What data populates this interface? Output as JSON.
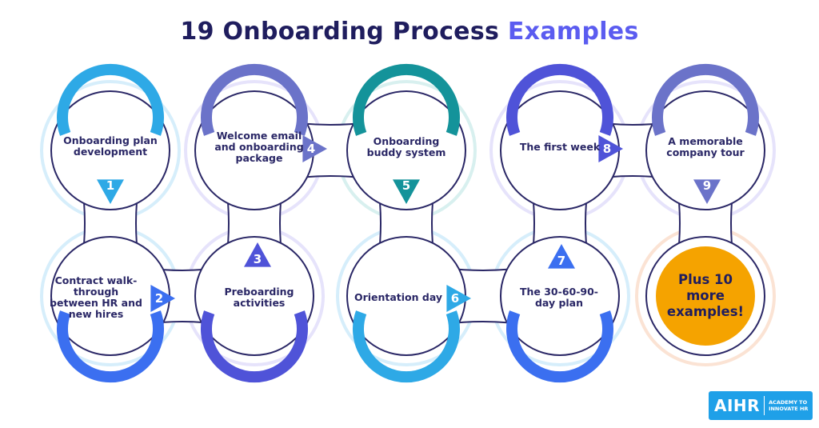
{
  "title": {
    "main": "19 Onboarding Process",
    "accent": "Examples"
  },
  "colors": {
    "navy": "#1f1d5e",
    "accent": "#5b5cf0",
    "sky": "#2ea9e6",
    "royal": "#3b6ff0",
    "indigo": "#4f53d8",
    "slate": "#6b73c9",
    "teal": "#14939a",
    "orange": "#f5a300"
  },
  "steps": [
    {
      "number": "1",
      "label": "Onboarding plan development",
      "color": "sky"
    },
    {
      "number": "2",
      "label": "Contract walk-through between HR and new hires",
      "color": "royal"
    },
    {
      "number": "3",
      "label": "Preboarding activities",
      "color": "indigo"
    },
    {
      "number": "4",
      "label": "Welcome email and onboarding package",
      "color": "slate"
    },
    {
      "number": "5",
      "label": "Onboarding buddy system",
      "color": "teal"
    },
    {
      "number": "6",
      "label": "Orientation day",
      "color": "sky"
    },
    {
      "number": "7",
      "label": "The 30-60-90-day plan",
      "color": "royal"
    },
    {
      "number": "8",
      "label": "The first week",
      "color": "indigo"
    },
    {
      "number": "9",
      "label": "A memorable company tour",
      "color": "slate"
    }
  ],
  "final": {
    "label": "Plus 10 more examples!"
  },
  "logo": {
    "mark": "AIHR",
    "line1": "ACADEMY TO",
    "line2": "INNOVATE HR"
  }
}
